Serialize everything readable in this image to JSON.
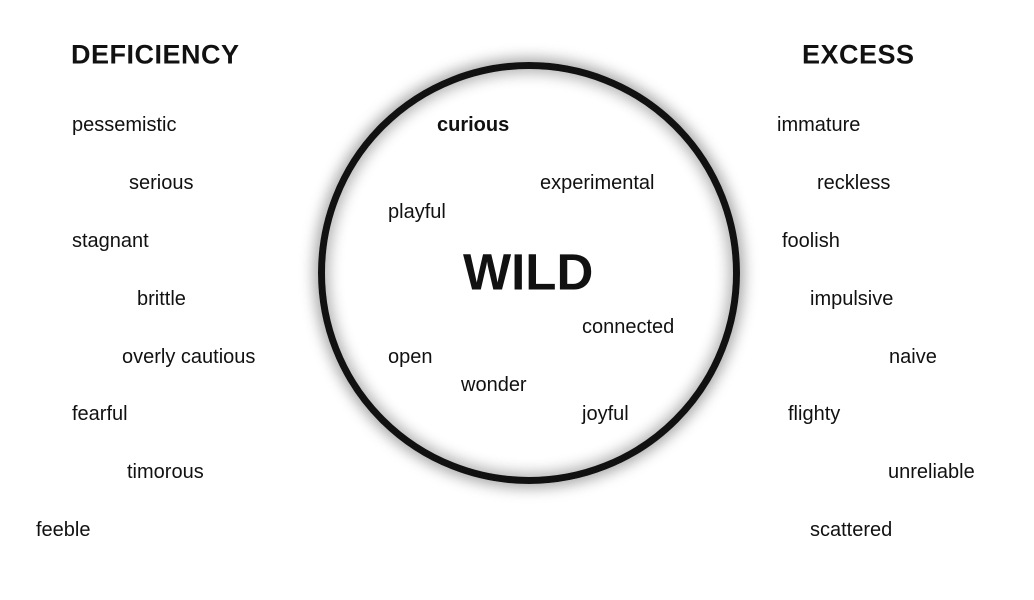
{
  "headings": {
    "deficiency": "DEFICIENCY",
    "excess": "EXCESS"
  },
  "center": {
    "title": "WILD",
    "traits": [
      "curious",
      "experimental",
      "playful",
      "connected",
      "open",
      "wonder",
      "joyful"
    ]
  },
  "deficiency": [
    "pessemistic",
    "serious",
    "stagnant",
    "brittle",
    "overly cautious",
    "fearful",
    "timorous",
    "feeble"
  ],
  "excess": [
    "immature",
    "reckless",
    "foolish",
    "impulsive",
    "naive",
    "flighty",
    "unreliable",
    "scattered"
  ]
}
